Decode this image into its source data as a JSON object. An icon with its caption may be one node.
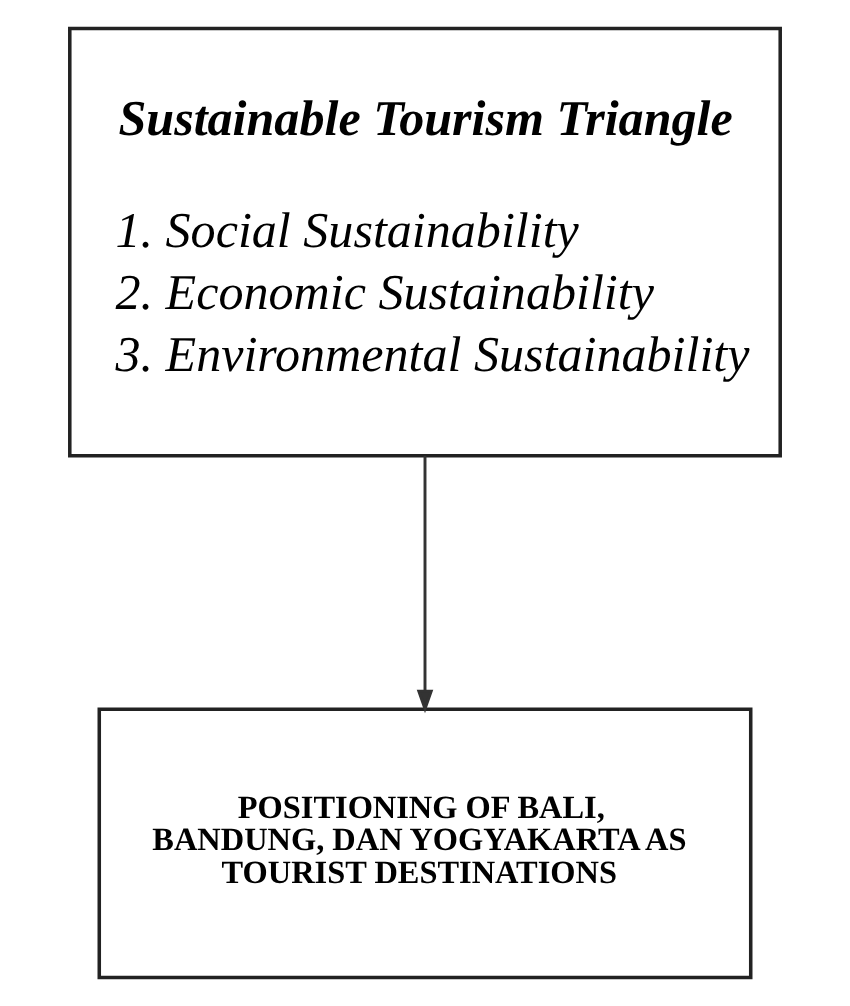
{
  "diagram": {
    "nodes": [
      {
        "text": [
          "Sustainable Tourism Triangle",
          "1. Social Sustainability",
          "2. Economic Sustainability",
          "3. Environmental Sustainability"
        ]
      },
      {
        "text": [
          "POSITIONING OF BALI, BANDUNG, DAN YOGYAKARTA AS TOURIST DESTINATIONS"
        ]
      }
    ],
    "edges": [
      {
        "from": 0,
        "to": 1,
        "arrow": "to"
      }
    ]
  }
}
